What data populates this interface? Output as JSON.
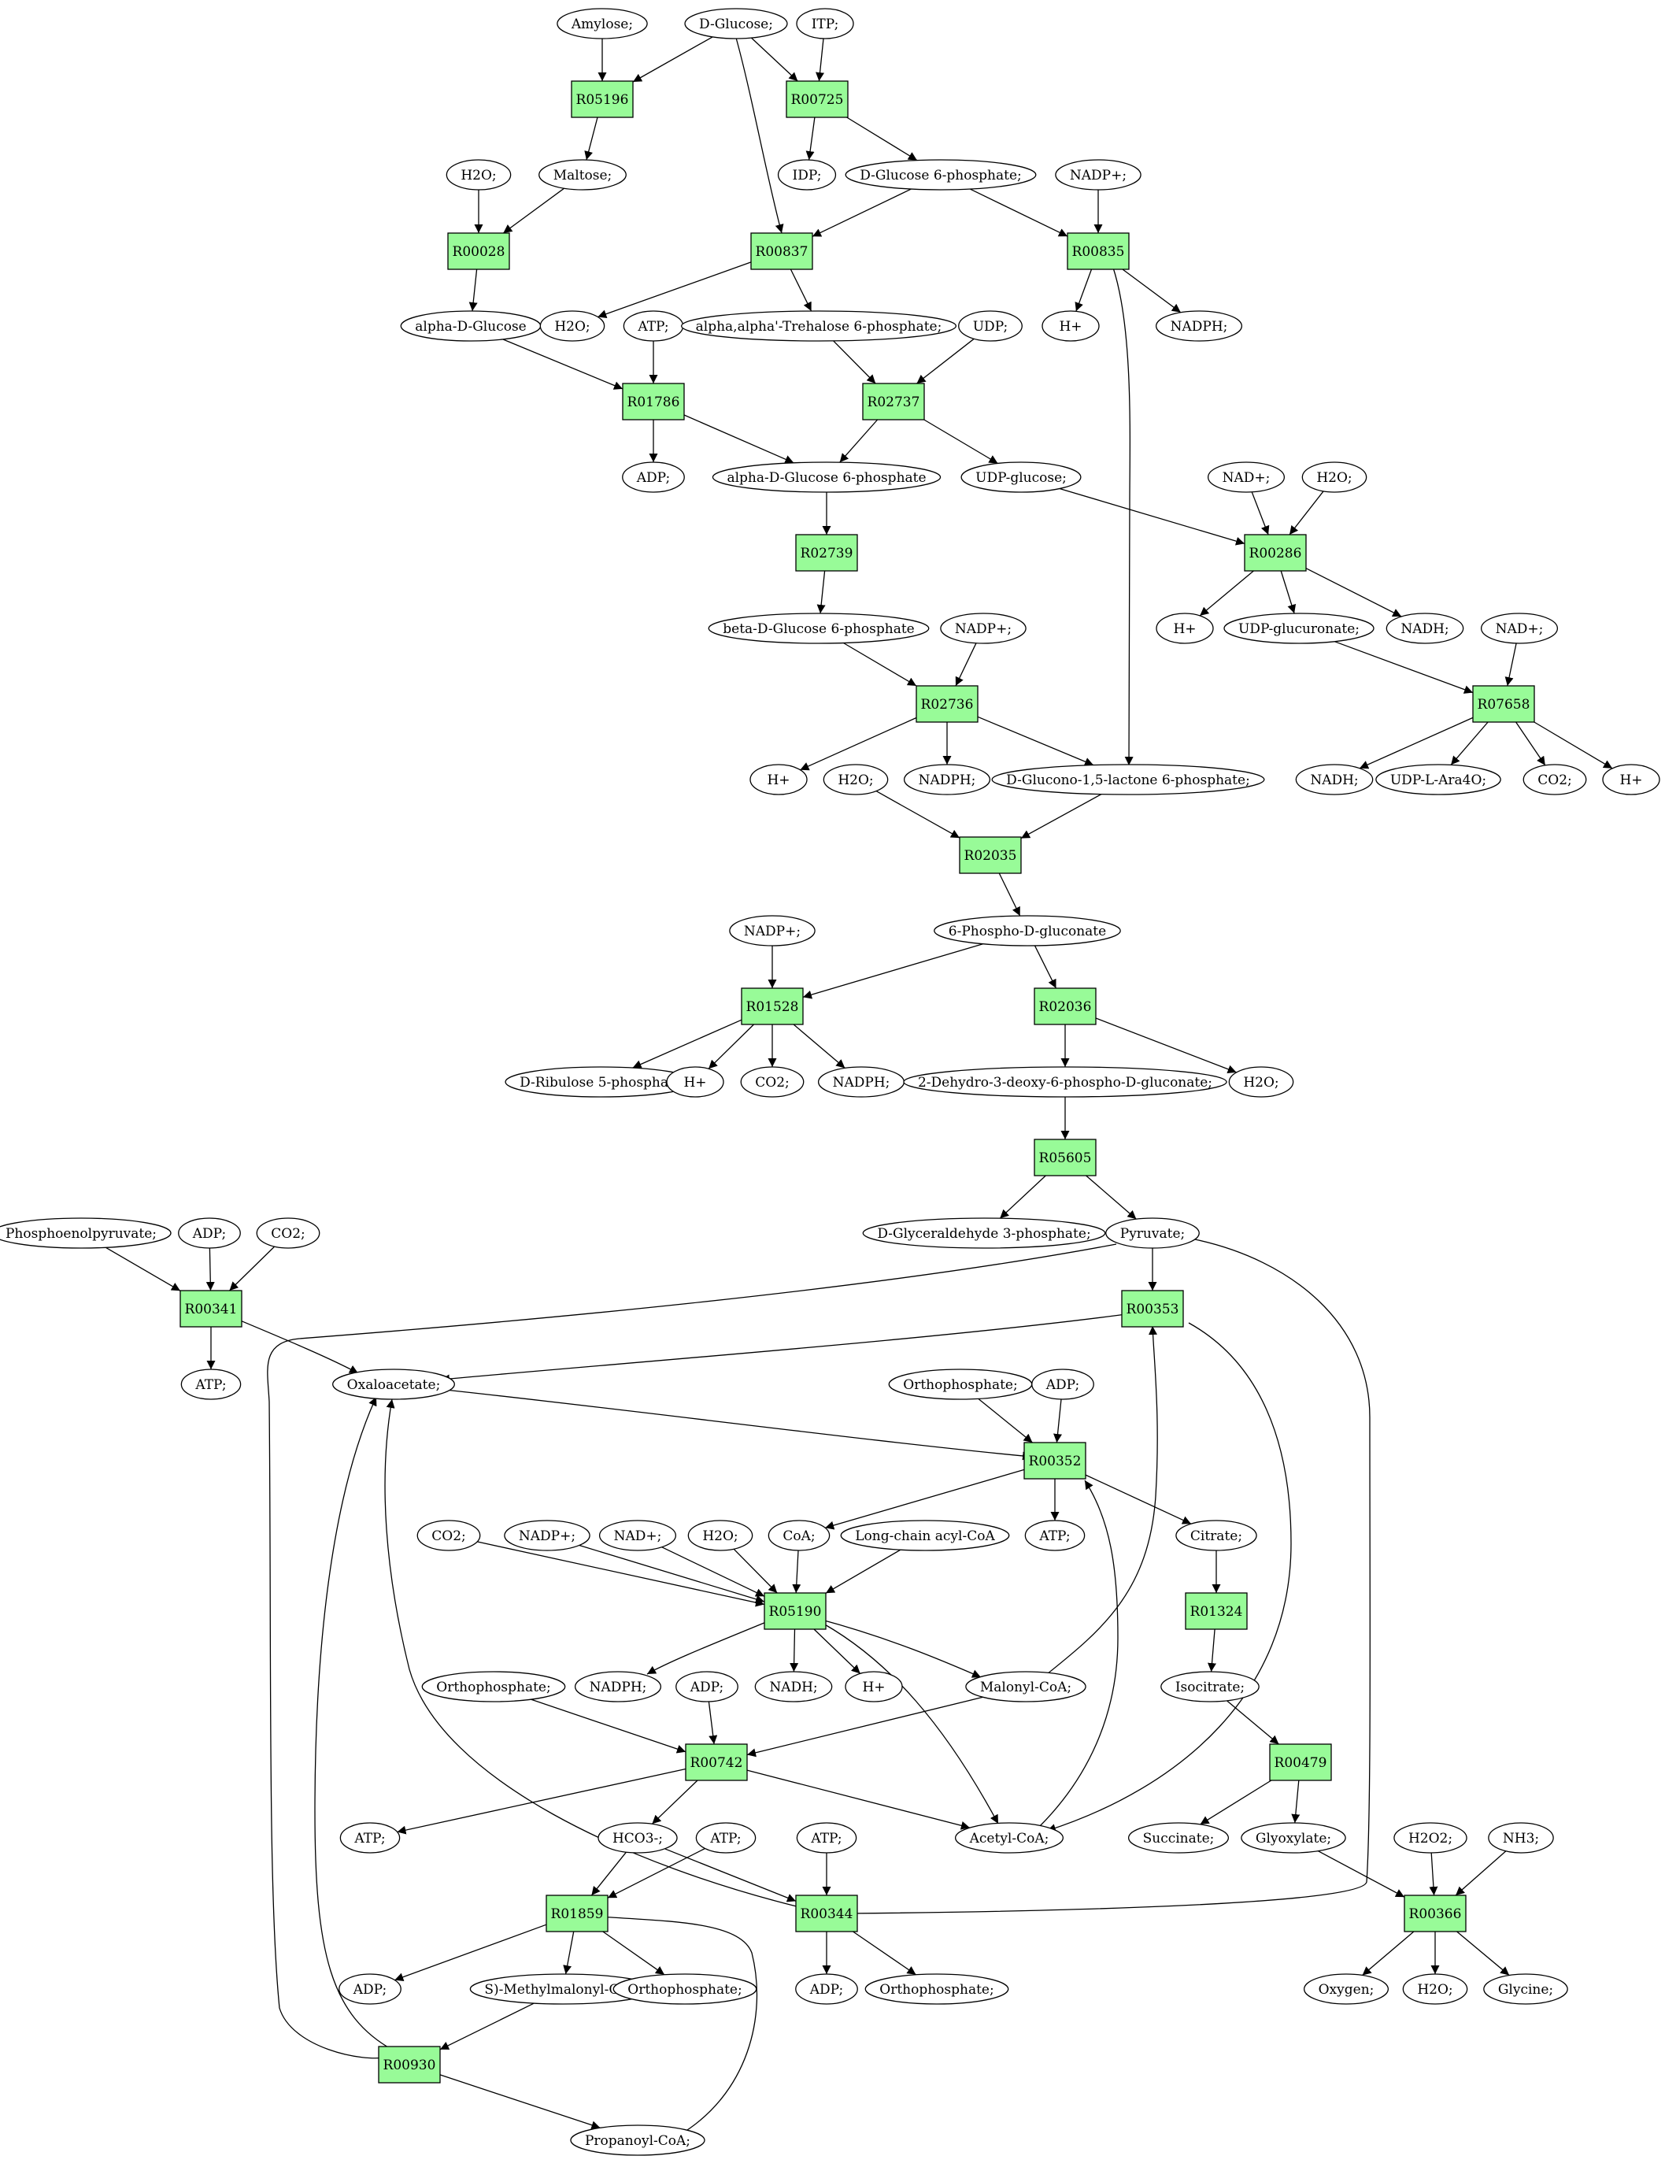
{
  "colors": {
    "reaction": "#98fb98",
    "metabolite": "#ffffff",
    "source": "#00ff00",
    "target": "#ffff00",
    "line": "#000000"
  },
  "nodes": [
    {
      "id": "amylose",
      "kind": "metabolite",
      "label": "Amylose;"
    },
    {
      "id": "dglucose",
      "kind": "metabolite",
      "label": "D-Glucose;",
      "role": "source"
    },
    {
      "id": "itp",
      "kind": "metabolite",
      "label": "ITP;"
    },
    {
      "id": "r05196",
      "kind": "reaction",
      "label": "R05196"
    },
    {
      "id": "r00725",
      "kind": "reaction",
      "label": "R00725"
    },
    {
      "id": "h2o_1",
      "kind": "metabolite",
      "label": "H2O;"
    },
    {
      "id": "maltose",
      "kind": "metabolite",
      "label": "Maltose;"
    },
    {
      "id": "idp",
      "kind": "metabolite",
      "label": "IDP;"
    },
    {
      "id": "g6p",
      "kind": "metabolite",
      "label": "D-Glucose 6-phosphate;"
    },
    {
      "id": "nadp_1",
      "kind": "metabolite",
      "label": "NADP+;"
    },
    {
      "id": "r00028",
      "kind": "reaction",
      "label": "R00028"
    },
    {
      "id": "r00837",
      "kind": "reaction",
      "label": "R00837"
    },
    {
      "id": "r00835",
      "kind": "reaction",
      "label": "R00835"
    },
    {
      "id": "aglc",
      "kind": "metabolite",
      "label": "alpha-D-Glucose"
    },
    {
      "id": "h2o_2",
      "kind": "metabolite",
      "label": "H2O;"
    },
    {
      "id": "atp_1",
      "kind": "metabolite",
      "label": "ATP;"
    },
    {
      "id": "treh6p",
      "kind": "metabolite",
      "label": "alpha,alpha'-Trehalose 6-phosphate;"
    },
    {
      "id": "udp",
      "kind": "metabolite",
      "label": "UDP;"
    },
    {
      "id": "h_1",
      "kind": "metabolite",
      "label": "H+"
    },
    {
      "id": "nadph_1",
      "kind": "metabolite",
      "label": "NADPH;"
    },
    {
      "id": "r01786",
      "kind": "reaction",
      "label": "R01786"
    },
    {
      "id": "r02737",
      "kind": "reaction",
      "label": "R02737"
    },
    {
      "id": "adp_1",
      "kind": "metabolite",
      "label": "ADP;"
    },
    {
      "id": "ag6p",
      "kind": "metabolite",
      "label": "alpha-D-Glucose 6-phosphate"
    },
    {
      "id": "udpglc",
      "kind": "metabolite",
      "label": "UDP-glucose;"
    },
    {
      "id": "nad_1",
      "kind": "metabolite",
      "label": "NAD+;"
    },
    {
      "id": "h2o_3",
      "kind": "metabolite",
      "label": "H2O;"
    },
    {
      "id": "r02739",
      "kind": "reaction",
      "label": "R02739"
    },
    {
      "id": "r00286",
      "kind": "reaction",
      "label": "R00286"
    },
    {
      "id": "bg6p",
      "kind": "metabolite",
      "label": "beta-D-Glucose 6-phosphate"
    },
    {
      "id": "nadp_2",
      "kind": "metabolite",
      "label": "NADP+;"
    },
    {
      "id": "h_2",
      "kind": "metabolite",
      "label": "H+"
    },
    {
      "id": "udpgluc",
      "kind": "metabolite",
      "label": "UDP-glucuronate;"
    },
    {
      "id": "nadh_1",
      "kind": "metabolite",
      "label": "NADH;"
    },
    {
      "id": "nad_2",
      "kind": "metabolite",
      "label": "NAD+;"
    },
    {
      "id": "r02736",
      "kind": "reaction",
      "label": "R02736"
    },
    {
      "id": "r07658",
      "kind": "reaction",
      "label": "R07658"
    },
    {
      "id": "h_3",
      "kind": "metabolite",
      "label": "H+"
    },
    {
      "id": "h2o_4",
      "kind": "metabolite",
      "label": "H2O;"
    },
    {
      "id": "nadph_2",
      "kind": "metabolite",
      "label": "NADPH;"
    },
    {
      "id": "glcl6p",
      "kind": "metabolite",
      "label": "D-Glucono-1,5-lactone 6-phosphate;"
    },
    {
      "id": "nadh_2",
      "kind": "metabolite",
      "label": "NADH;"
    },
    {
      "id": "udpara",
      "kind": "metabolite",
      "label": "UDP-L-Ara4O;"
    },
    {
      "id": "co2_1",
      "kind": "metabolite",
      "label": "CO2;"
    },
    {
      "id": "h_4",
      "kind": "metabolite",
      "label": "H+"
    },
    {
      "id": "r02035",
      "kind": "reaction",
      "label": "R02035"
    },
    {
      "id": "nadp_3",
      "kind": "metabolite",
      "label": "NADP+;"
    },
    {
      "id": "6pg",
      "kind": "metabolite",
      "label": "6-Phospho-D-gluconate"
    },
    {
      "id": "r01528",
      "kind": "reaction",
      "label": "R01528"
    },
    {
      "id": "r02036",
      "kind": "reaction",
      "label": "R02036"
    },
    {
      "id": "ru5p",
      "kind": "metabolite",
      "label": "D-Ribulose 5-phosphate"
    },
    {
      "id": "h_5",
      "kind": "metabolite",
      "label": "H+"
    },
    {
      "id": "co2_2",
      "kind": "metabolite",
      "label": "CO2;"
    },
    {
      "id": "nadph_3",
      "kind": "metabolite",
      "label": "NADPH;"
    },
    {
      "id": "kdpg",
      "kind": "metabolite",
      "label": "2-Dehydro-3-deoxy-6-phospho-D-gluconate;"
    },
    {
      "id": "h2o_5",
      "kind": "metabolite",
      "label": "H2O;"
    },
    {
      "id": "r05605",
      "kind": "reaction",
      "label": "R05605"
    },
    {
      "id": "pep",
      "kind": "metabolite",
      "label": "Phosphoenolpyruvate;"
    },
    {
      "id": "adp_2",
      "kind": "metabolite",
      "label": "ADP;"
    },
    {
      "id": "co2_3",
      "kind": "metabolite",
      "label": "CO2;"
    },
    {
      "id": "gap",
      "kind": "metabolite",
      "label": "D-Glyceraldehyde 3-phosphate;"
    },
    {
      "id": "pyr",
      "kind": "metabolite",
      "label": "Pyruvate;"
    },
    {
      "id": "r00341",
      "kind": "reaction",
      "label": "R00341"
    },
    {
      "id": "r00353",
      "kind": "reaction",
      "label": "R00353"
    },
    {
      "id": "atp_2",
      "kind": "metabolite",
      "label": "ATP;"
    },
    {
      "id": "oaa",
      "kind": "metabolite",
      "label": "Oxaloacetate;"
    },
    {
      "id": "pi_1",
      "kind": "metabolite",
      "label": "Orthophosphate;"
    },
    {
      "id": "adp_3",
      "kind": "metabolite",
      "label": "ADP;"
    },
    {
      "id": "r00352",
      "kind": "reaction",
      "label": "R00352"
    },
    {
      "id": "co2_4",
      "kind": "metabolite",
      "label": "CO2;"
    },
    {
      "id": "nadp_4",
      "kind": "metabolite",
      "label": "NADP+;"
    },
    {
      "id": "nad_3",
      "kind": "metabolite",
      "label": "NAD+;"
    },
    {
      "id": "h2o_6",
      "kind": "metabolite",
      "label": "H2O;"
    },
    {
      "id": "coa",
      "kind": "metabolite",
      "label": "CoA;"
    },
    {
      "id": "lcacoa",
      "kind": "metabolite",
      "label": "Long-chain acyl-CoA"
    },
    {
      "id": "atp_3",
      "kind": "metabolite",
      "label": "ATP;"
    },
    {
      "id": "cit",
      "kind": "metabolite",
      "label": "Citrate;"
    },
    {
      "id": "r05190",
      "kind": "reaction",
      "label": "R05190"
    },
    {
      "id": "r01324",
      "kind": "reaction",
      "label": "R01324"
    },
    {
      "id": "pi_2",
      "kind": "metabolite",
      "label": "Orthophosphate;"
    },
    {
      "id": "nadph_4",
      "kind": "metabolite",
      "label": "NADPH;"
    },
    {
      "id": "adp_4",
      "kind": "metabolite",
      "label": "ADP;"
    },
    {
      "id": "nadh_3",
      "kind": "metabolite",
      "label": "NADH;"
    },
    {
      "id": "h_6",
      "kind": "metabolite",
      "label": "H+"
    },
    {
      "id": "malcoa",
      "kind": "metabolite",
      "label": "Malonyl-CoA;"
    },
    {
      "id": "icit",
      "kind": "metabolite",
      "label": "Isocitrate;"
    },
    {
      "id": "r00742",
      "kind": "reaction",
      "label": "R00742"
    },
    {
      "id": "r00479",
      "kind": "reaction",
      "label": "R00479"
    },
    {
      "id": "atp_4",
      "kind": "metabolite",
      "label": "ATP;"
    },
    {
      "id": "hco3",
      "kind": "metabolite",
      "label": "HCO3-;"
    },
    {
      "id": "atp_5",
      "kind": "metabolite",
      "label": "ATP;"
    },
    {
      "id": "atp_6",
      "kind": "metabolite",
      "label": "ATP;"
    },
    {
      "id": "accoa",
      "kind": "metabolite",
      "label": "Acetyl-CoA;"
    },
    {
      "id": "succ",
      "kind": "metabolite",
      "label": "Succinate;"
    },
    {
      "id": "glx",
      "kind": "metabolite",
      "label": "Glyoxylate;"
    },
    {
      "id": "h2o2",
      "kind": "metabolite",
      "label": "H2O2;"
    },
    {
      "id": "nh3",
      "kind": "metabolite",
      "label": "NH3;"
    },
    {
      "id": "r01859",
      "kind": "reaction",
      "label": "R01859"
    },
    {
      "id": "r00344",
      "kind": "reaction",
      "label": "R00344"
    },
    {
      "id": "r00366",
      "kind": "reaction",
      "label": "R00366"
    },
    {
      "id": "adp_5",
      "kind": "metabolite",
      "label": "ADP;"
    },
    {
      "id": "smmcoa",
      "kind": "metabolite",
      "label": "S)-Methylmalonyl-CoA;"
    },
    {
      "id": "pi_3",
      "kind": "metabolite",
      "label": "Orthophosphate;"
    },
    {
      "id": "adp_6",
      "kind": "metabolite",
      "label": "ADP;"
    },
    {
      "id": "pi_4",
      "kind": "metabolite",
      "label": "Orthophosphate;"
    },
    {
      "id": "o2",
      "kind": "metabolite",
      "label": "Oxygen;"
    },
    {
      "id": "h2o_7",
      "kind": "metabolite",
      "label": "H2O;"
    },
    {
      "id": "gly",
      "kind": "metabolite",
      "label": "Glycine;",
      "role": "target"
    },
    {
      "id": "r00930",
      "kind": "reaction",
      "label": "R00930"
    },
    {
      "id": "propcoa",
      "kind": "metabolite",
      "label": "Propanoyl-CoA;"
    }
  ],
  "edges": [
    [
      "amylose",
      "r05196"
    ],
    [
      "dglucose",
      "r05196"
    ],
    [
      "r05196",
      "maltose"
    ],
    [
      "dglucose",
      "r00725"
    ],
    [
      "itp",
      "r00725"
    ],
    [
      "r00725",
      "idp"
    ],
    [
      "r00725",
      "g6p"
    ],
    [
      "h2o_1",
      "r00028"
    ],
    [
      "maltose",
      "r00028"
    ],
    [
      "r00028",
      "aglc"
    ],
    [
      "dglucose",
      "r00837"
    ],
    [
      "g6p",
      "r00837"
    ],
    [
      "r00837",
      "h2o_2"
    ],
    [
      "r00837",
      "treh6p"
    ],
    [
      "g6p",
      "r00835"
    ],
    [
      "nadp_1",
      "r00835"
    ],
    [
      "r00835",
      "h_1"
    ],
    [
      "r00835",
      "nadph_1"
    ],
    [
      "r00835",
      "glcl6p"
    ],
    [
      "aglc",
      "r01786"
    ],
    [
      "atp_1",
      "r01786"
    ],
    [
      "r01786",
      "adp_1"
    ],
    [
      "r01786",
      "ag6p"
    ],
    [
      "treh6p",
      "r02737"
    ],
    [
      "udp",
      "r02737"
    ],
    [
      "r02737",
      "ag6p"
    ],
    [
      "r02737",
      "udpglc"
    ],
    [
      "ag6p",
      "r02739"
    ],
    [
      "r02739",
      "bg6p"
    ],
    [
      "udpglc",
      "r00286"
    ],
    [
      "nad_1",
      "r00286"
    ],
    [
      "h2o_3",
      "r00286"
    ],
    [
      "r00286",
      "h_2"
    ],
    [
      "r00286",
      "udpgluc"
    ],
    [
      "r00286",
      "nadh_1"
    ],
    [
      "bg6p",
      "r02736"
    ],
    [
      "nadp_2",
      "r02736"
    ],
    [
      "r02736",
      "h_3"
    ],
    [
      "r02736",
      "nadph_2"
    ],
    [
      "r02736",
      "glcl6p"
    ],
    [
      "udpgluc",
      "r07658"
    ],
    [
      "nad_2",
      "r07658"
    ],
    [
      "r07658",
      "nadh_2"
    ],
    [
      "r07658",
      "udpara"
    ],
    [
      "r07658",
      "co2_1"
    ],
    [
      "r07658",
      "h_4"
    ],
    [
      "h2o_4",
      "r02035"
    ],
    [
      "glcl6p",
      "r02035"
    ],
    [
      "r02035",
      "6pg"
    ],
    [
      "6pg",
      "r01528"
    ],
    [
      "nadp_3",
      "r01528"
    ],
    [
      "r01528",
      "ru5p"
    ],
    [
      "r01528",
      "h_5"
    ],
    [
      "r01528",
      "co2_2"
    ],
    [
      "r01528",
      "nadph_3"
    ],
    [
      "6pg",
      "r02036"
    ],
    [
      "r02036",
      "kdpg"
    ],
    [
      "r02036",
      "h2o_5"
    ],
    [
      "kdpg",
      "r05605"
    ],
    [
      "r05605",
      "gap"
    ],
    [
      "r05605",
      "pyr"
    ],
    [
      "pep",
      "r00341"
    ],
    [
      "adp_2",
      "r00341"
    ],
    [
      "co2_3",
      "r00341"
    ],
    [
      "r00341",
      "atp_2"
    ],
    [
      "r00341",
      "oaa"
    ],
    [
      "pyr",
      "r00353"
    ],
    [
      "malcoa",
      "r00353"
    ],
    [
      "r00353",
      "oaa"
    ],
    [
      "r00353",
      "accoa"
    ],
    [
      "oaa",
      "r00352"
    ],
    [
      "pi_1",
      "r00352"
    ],
    [
      "adp_3",
      "r00352"
    ],
    [
      "accoa",
      "r00352"
    ],
    [
      "r00352",
      "coa"
    ],
    [
      "r00352",
      "atp_3"
    ],
    [
      "r00352",
      "cit"
    ],
    [
      "co2_4",
      "r05190"
    ],
    [
      "nadp_4",
      "r05190"
    ],
    [
      "nad_3",
      "r05190"
    ],
    [
      "h2o_6",
      "r05190"
    ],
    [
      "coa",
      "r05190"
    ],
    [
      "lcacoa",
      "r05190"
    ],
    [
      "r05190",
      "nadph_4"
    ],
    [
      "r05190",
      "nadh_3"
    ],
    [
      "r05190",
      "h_6"
    ],
    [
      "r05190",
      "malcoa"
    ],
    [
      "r05190",
      "accoa"
    ],
    [
      "cit",
      "r01324"
    ],
    [
      "r01324",
      "icit"
    ],
    [
      "pi_2",
      "r00742"
    ],
    [
      "adp_4",
      "r00742"
    ],
    [
      "malcoa",
      "r00742"
    ],
    [
      "r00742",
      "hco3"
    ],
    [
      "r00742",
      "atp_4"
    ],
    [
      "r00742",
      "accoa"
    ],
    [
      "icit",
      "r00479"
    ],
    [
      "r00479",
      "succ"
    ],
    [
      "r00479",
      "glx"
    ],
    [
      "atp_5",
      "r01859"
    ],
    [
      "hco3",
      "r01859"
    ],
    [
      "propcoa",
      "r01859"
    ],
    [
      "r01859",
      "adp_5"
    ],
    [
      "r01859",
      "smmcoa"
    ],
    [
      "r01859",
      "pi_3"
    ],
    [
      "hco3",
      "r00344"
    ],
    [
      "atp_6",
      "r00344"
    ],
    [
      "pyr",
      "r00344"
    ],
    [
      "r00344",
      "oaa"
    ],
    [
      "r00344",
      "adp_6"
    ],
    [
      "r00344",
      "pi_4"
    ],
    [
      "glx",
      "r00366"
    ],
    [
      "h2o2",
      "r00366"
    ],
    [
      "nh3",
      "r00366"
    ],
    [
      "r00366",
      "o2"
    ],
    [
      "r00366",
      "h2o_7"
    ],
    [
      "r00366",
      "gly"
    ],
    [
      "smmcoa",
      "r00930"
    ],
    [
      "pyr",
      "r00930"
    ],
    [
      "r00930",
      "oaa"
    ],
    [
      "r00930",
      "propcoa"
    ]
  ]
}
